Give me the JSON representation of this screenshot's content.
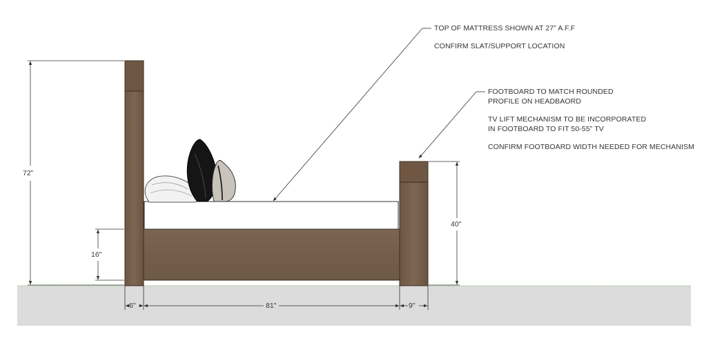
{
  "annotations": {
    "mattress_note": "TOP OF MATTRESS SHOWN AT 27” A.F.F",
    "slat_note": "CONFIRM SLAT/SUPPORT LOCATION",
    "footboard_note_line1": "FOOTBOARD TO MATCH ROUNDED",
    "footboard_note_line2": "PROFILE ON HEADBAORD",
    "tv_note_line1": "TV LIFT MECHANISM TO BE INCORPORATED",
    "tv_note_line2": "IN FOOTBOARD TO FIT 50-55” TV",
    "width_note": "CONFIRM FOOTBOARD WIDTH NEEDED FOR MECHANISM"
  },
  "dimensions": {
    "headboard_height": "72”",
    "rail_height": "16\"",
    "footboard_height": "40\"",
    "headboard_width": "6\"",
    "bed_length": "81\"",
    "footboard_width": "9\""
  },
  "colors": {
    "wood": "#7a6450",
    "wood_cap": "#6f5743",
    "floor": "#dcdcdc",
    "floor_edge": "#9fc49a",
    "mattress": "#ffffff",
    "line": "#333333"
  }
}
